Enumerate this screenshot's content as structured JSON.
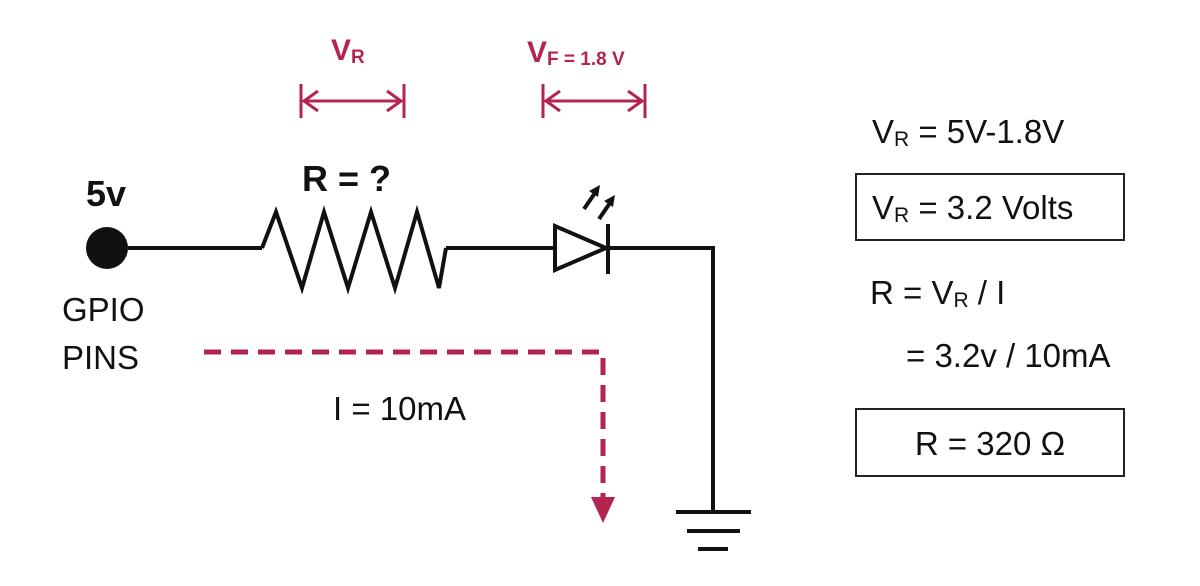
{
  "source": {
    "voltage_label": "5v",
    "pin_label_line1": "GPIO",
    "pin_label_line2": "PINS"
  },
  "resistor": {
    "label": "R = ?",
    "drop_main": "V",
    "drop_sub": "R"
  },
  "led": {
    "drop_main": "V",
    "drop_sub": "F = 1.8 V"
  },
  "current": {
    "label": "I = 10mA"
  },
  "calc": {
    "line1": {
      "main": "V",
      "sub": "R",
      "rest": " = 5V-1.8V"
    },
    "line2": {
      "main": "V",
      "sub": "R",
      "rest": " = 3.2 Volts"
    },
    "line3": {
      "pre": "R = V",
      "sub": "R",
      "rest": "  / I"
    },
    "line4": "= 3.2v / 10mA",
    "result": "R = 320 Ω"
  },
  "colors": {
    "accent": "#b3254f",
    "ink": "#111111"
  }
}
